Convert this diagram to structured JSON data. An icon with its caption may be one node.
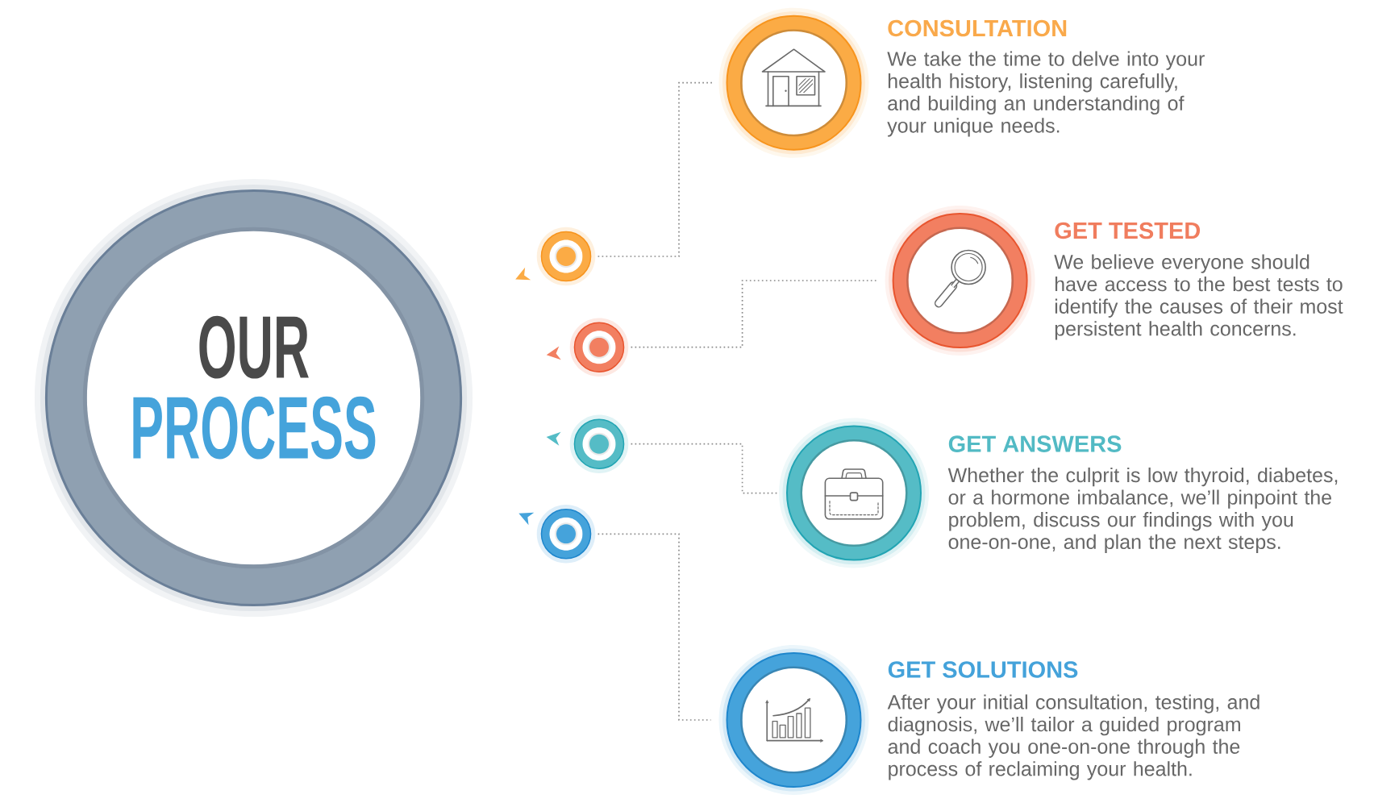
{
  "diagram": {
    "nodes": [
      {
        "text": [
          "OUR",
          "PROCESS"
        ]
      },
      {
        "text": [],
        "shape": "circle"
      },
      {
        "text": [],
        "shape": "circle"
      },
      {
        "text": [],
        "shape": "circle"
      },
      {
        "text": [],
        "shape": "circle"
      },
      {
        "text": [
          "CONSULTATION",
          "We take the time to delve into your health history, listening carefully, and building an understanding of your unique needs."
        ]
      },
      {
        "text": [
          "GET TESTED",
          "We believe everyone should have access to the best tests to identify the causes of their most persistent health concerns."
        ]
      },
      {
        "text": [
          "GET ANSWERS",
          "Whether the culprit is low thyroid, diabetes, or a hormone imbalance, we’ll pinpoint the problem, discuss our findings with you one-on-one, and plan the next steps."
        ]
      },
      {
        "text": [
          "GET SOLUTIONS",
          "After your initial consultation, testing, and diagnosis, we’ll tailor a guided program and coach you one-on-one through the process of reclaiming your health."
        ]
      },
      {
        "text": [],
        "shape": "triangle"
      },
      {
        "text": [],
        "shape": "triangle"
      },
      {
        "text": [],
        "shape": "triangle"
      },
      {
        "text": [],
        "shape": "triangle"
      }
    ],
    "edges": [
      {
        "from": 1,
        "to": 5,
        "arrow": "none",
        "style": "dashed"
      },
      {
        "from": 2,
        "to": 6,
        "arrow": "none",
        "style": "dashed"
      },
      {
        "from": 3,
        "to": 7,
        "arrow": "none",
        "style": "dashed"
      },
      {
        "from": 4,
        "to": 8,
        "arrow": "none",
        "style": "dashed"
      }
    ]
  }
}
